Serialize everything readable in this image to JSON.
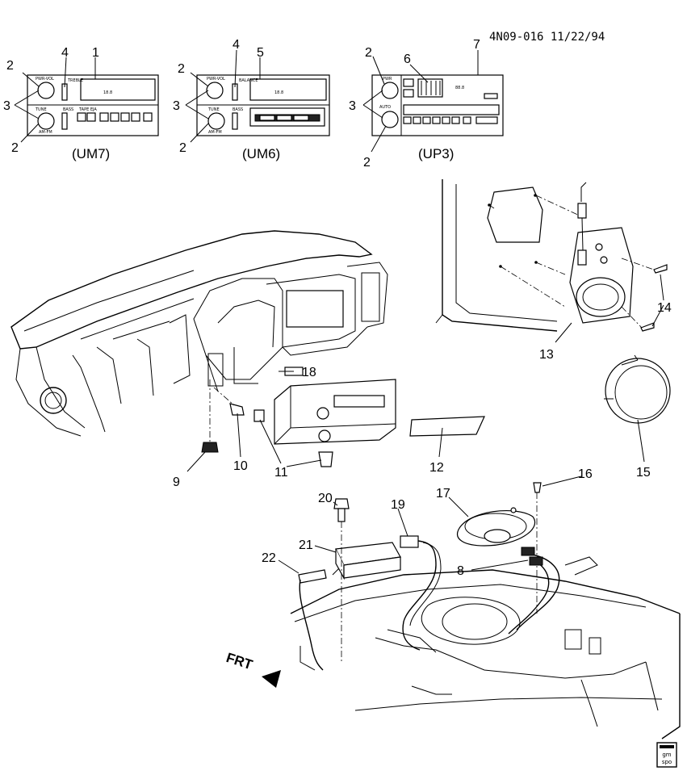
{
  "header": {
    "code": "4N09-016 11/22/94"
  },
  "radios": [
    {
      "model": "(UM7)",
      "knob_top": "PWR-VOL",
      "knob_bottom": "TUNE",
      "slider_top": "TREBLE",
      "slider_bottom": "BASS",
      "band": "AM-FM",
      "button_label": "TAPE EJA",
      "display": "18.8"
    },
    {
      "model": "(UM6)",
      "knob_top": "PWR-VOL",
      "knob_bottom": "TUNE",
      "slider_top": "BALANCE",
      "slider_bottom": "BASS",
      "band": "AM-FM",
      "display": "18.8"
    },
    {
      "model": "(UP3)",
      "knob_top": "PWR",
      "knob_bottom": "AUTO",
      "display": "88.8"
    }
  ],
  "callouts": [
    "1",
    "2",
    "3",
    "4",
    "5",
    "6",
    "7",
    "8",
    "9",
    "10",
    "11",
    "12",
    "13",
    "14",
    "15",
    "16",
    "17",
    "18",
    "19",
    "20",
    "21",
    "22"
  ],
  "front_label": "FRT",
  "logo": {
    "line1": "gm",
    "line2": "spo"
  }
}
